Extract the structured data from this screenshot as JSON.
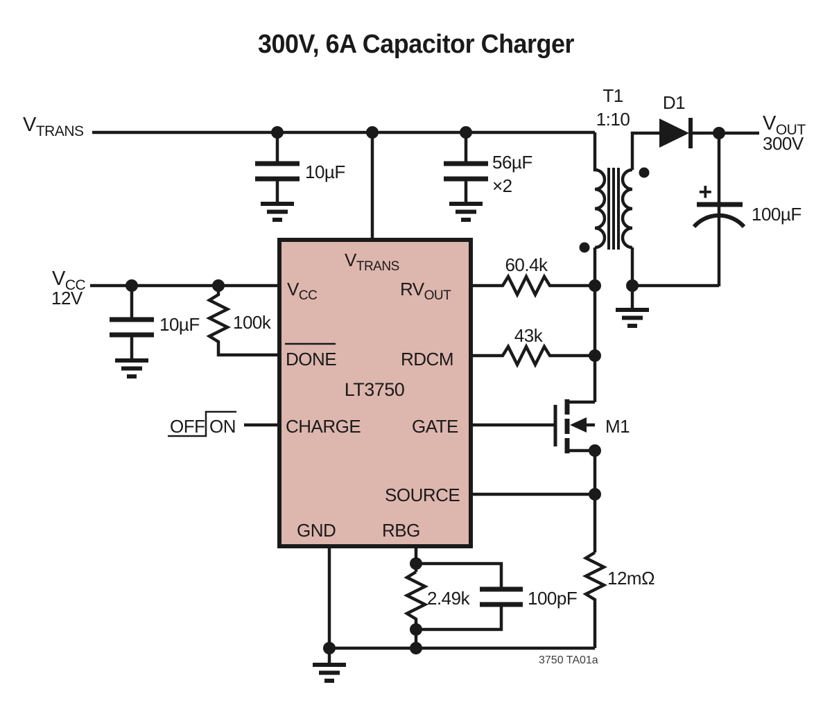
{
  "title": "300V, 6A Capacitor Charger",
  "colors": {
    "ic_fill": "#ddb6ae",
    "ink": "#1a1a1a"
  },
  "rails": {
    "vtrans": {
      "base": "V",
      "sub": "TRANS"
    },
    "vcc": {
      "base": "V",
      "sub": "CC",
      "value": "12V"
    },
    "vout": {
      "base": "V",
      "sub": "OUT",
      "value": "300V"
    }
  },
  "ic": {
    "part": "LT3750",
    "pins": {
      "vtrans": {
        "base": "V",
        "sub": "TRANS"
      },
      "vcc": {
        "base": "V",
        "sub": "CC"
      },
      "done": "DONE",
      "charge": "CHARGE",
      "gnd": "GND",
      "rbg": "RBG",
      "rvout": {
        "base": "RV",
        "sub": "OUT"
      },
      "rdcm": "RDCM",
      "gate": "GATE",
      "source": "SOURCE"
    }
  },
  "components": {
    "c_in": "10µF",
    "c_bulk": "56µF",
    "c_bulk_qty": "×2",
    "c_vcc": "10µF",
    "c_out": "100µF",
    "c_out_polarity": "+",
    "r_done": "100k",
    "r_rvout": "60.4k",
    "r_rdcm": "43k",
    "r_rbg": "2.49k",
    "c_rbg": "100pF",
    "r_sense": "12mΩ",
    "transformer": {
      "ref": "T1",
      "ratio": "1:10"
    },
    "diode": "D1",
    "mosfet": "M1"
  },
  "charge_switch": {
    "off": "OFF",
    "on": "ON"
  },
  "fig_note": "3750 TA01a"
}
